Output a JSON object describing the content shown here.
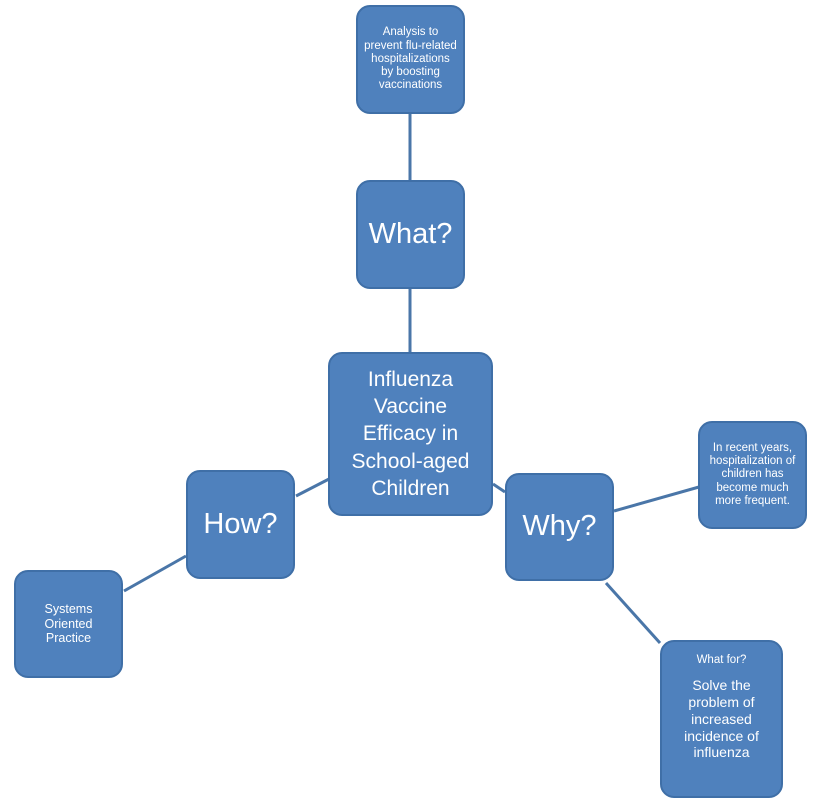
{
  "colors": {
    "node_fill": "#4f81bd",
    "node_border": "#3f6fa7",
    "connector": "#4a76a8",
    "text": "#ffffff"
  },
  "nodes": {
    "center": "Influenza Vaccine Efficacy in School-aged Children",
    "what": "What?",
    "how": "How?",
    "why": "Why?",
    "what_detail": "Analysis to prevent flu-related hospitalizations by boosting vaccinations",
    "how_detail": "Systems Oriented Practice",
    "why_detail": "In recent years, hospitalization of children has become much more frequent.",
    "what_for_label": "What for?",
    "what_for_detail": "Solve the problem of increased incidence of influenza"
  }
}
